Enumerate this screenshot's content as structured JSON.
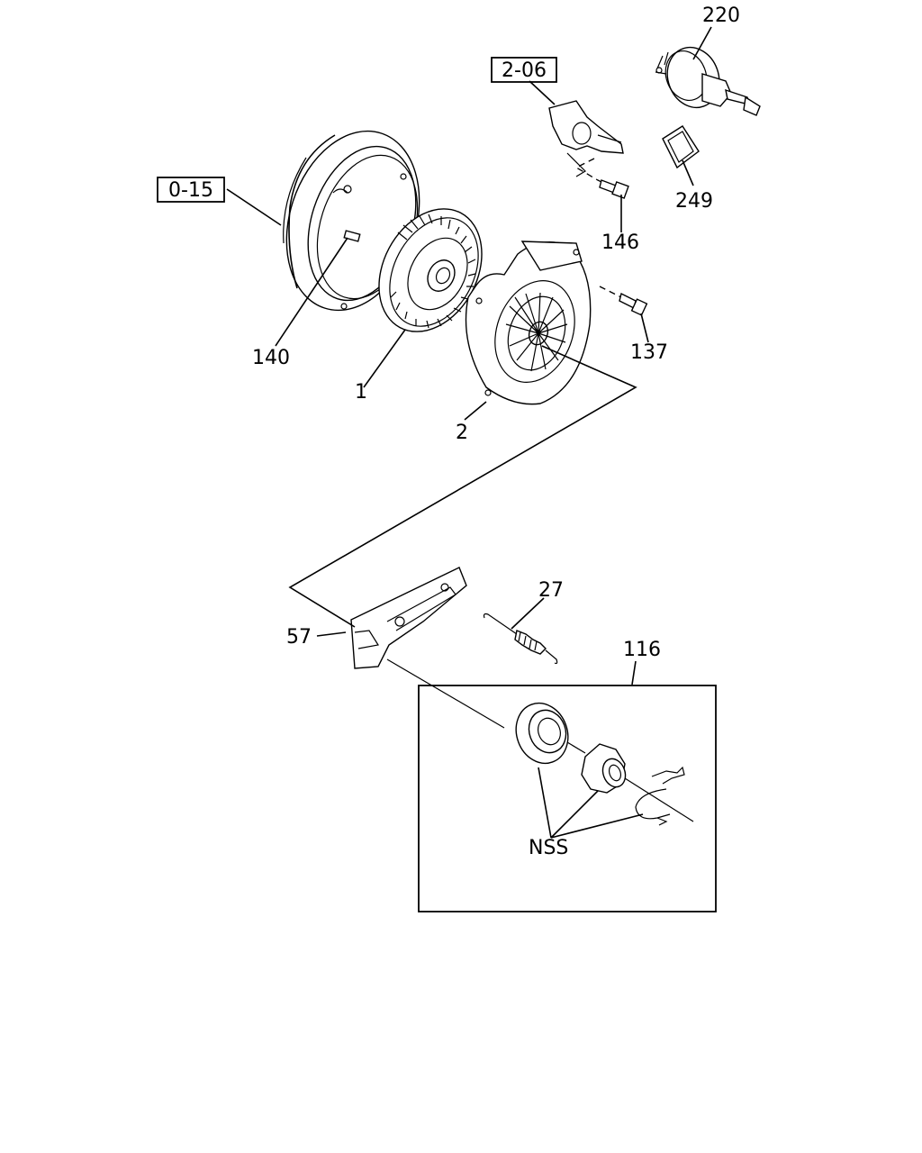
{
  "refs": {
    "ref_0_15": "0-15",
    "ref_2_06": "2-06"
  },
  "labels": {
    "l220": "220",
    "l249": "249",
    "l146": "146",
    "l137": "137",
    "l140": "140",
    "l1": "1",
    "l2": "2",
    "l27": "27",
    "l57": "57",
    "l116": "116",
    "nss": "NSS"
  }
}
